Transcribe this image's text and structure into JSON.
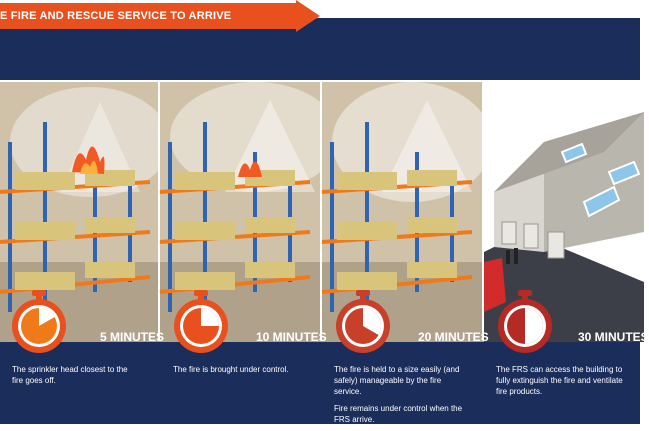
{
  "banner": {
    "text": "E FIRE AND RESCUE SERVICE TO ARRIVE"
  },
  "colors": {
    "navy": "#1b2d5a",
    "orange": "#e8501e",
    "accent_dark": "#b52a24"
  },
  "stages": [
    {
      "minutes_label": "5 MINUTES",
      "paragraphs": [
        "The sprinkler head closest to the fire goes off."
      ],
      "timer_color": "#f07a1a"
    },
    {
      "minutes_label": "10 MINUTES",
      "paragraphs": [
        "The fire is brought under control."
      ],
      "timer_color": "#e8501e"
    },
    {
      "minutes_label": "20 MINUTES",
      "paragraphs": [
        "The fire is held to a size easily (and safely) manageable by the fire service.",
        "Fire remains under control when the FRS arrive."
      ],
      "timer_color": "#c8402a"
    },
    {
      "minutes_label": "30 MINUTES",
      "paragraphs": [
        "The FRS can access the building to fully extinguish the fire and ventilate fire products."
      ],
      "timer_color": "#b52a24"
    }
  ]
}
